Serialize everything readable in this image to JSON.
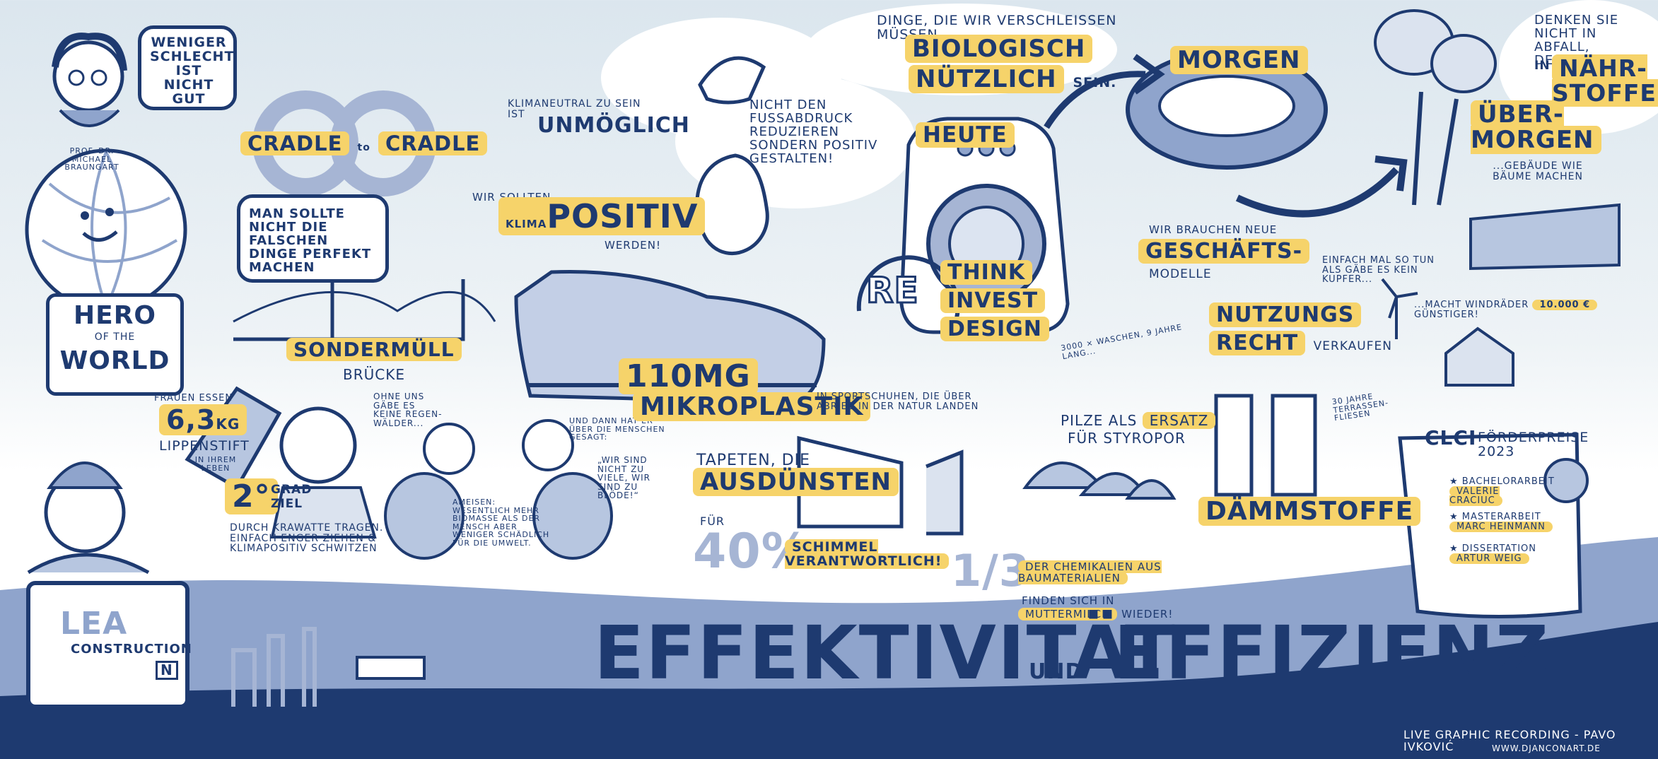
{
  "person": {
    "speech": "WENIGER SCHLECHT IST NICHT GUT",
    "name": "PROF. DR. MICHAEL BRAUNGART"
  },
  "cradle": {
    "left": "CRADLE",
    "mid": "to",
    "right": "CRADLE"
  },
  "hero": {
    "line1": "HERO",
    "line2": "OF THE",
    "line3": "WORLD"
  },
  "perfect": "MAN SOLLTE NICHT DIE FALSCHEN DINGE PERFEKT MACHEN",
  "bridge": {
    "title": "SONDERMÜLL",
    "sub": "BRÜCKE"
  },
  "lipstick": {
    "pre": "FRAUEN ESSEN",
    "amount": "6,3",
    "unit": "KG",
    "label": "LIPPENSTIFT",
    "post": "IN IHREM LEBEN"
  },
  "twodeg": {
    "num": "2°",
    "l1": "GRAD",
    "l2": "ZIEL",
    "text": "DURCH KRAWATTE TRAGEN. EINFACH ENGER ZIEHEN & KLIMAPOSITIV SCHWITZEN"
  },
  "ants": {
    "a": "OHNE UNS GÄBE ES KEINE REGEN-WÄLDER...",
    "b": "UND DANN HAT ER ÜBER DIE MENSCHEN GESAGT:",
    "c": "„WIR SIND NICHT ZU VIELE, WIR SIND ZU BLÖDE!“",
    "d": "AMEISEN: WESENTLICH MEHR BIOMASSE ALS DER MENSCH ABER WENIGER SCHÄDLICH FÜR DIE UMWELT."
  },
  "climate": {
    "neutral1": "KLIMANEUTRAL ZU SEIN IST",
    "neutral2": "UNMÖGLICH",
    "should": "WIR SOLLTEN",
    "klima": "KLIMA",
    "positiv": "POSITIV",
    "werden": "WERDEN!",
    "foot": "NICHT DEN FUßABDRUCK REDUZIEREN SONDERN POSITIV GESTALTEN!"
  },
  "plastic": {
    "amount": "110MG",
    "label": "MIKROPLASTIK",
    "desc": "IN SPORTSCHUHEN, DIE ÜBER ABRIEB IN DER NATUR LANDEN"
  },
  "tapeten": {
    "l1": "TAPETEN, DIE",
    "l2": "AUSDÜNSTEN",
    "fuer": "FÜR",
    "pct": "40%",
    "desc": "SCHIMMEL VERANTWORTLICH!"
  },
  "chem": {
    "num": "1/3",
    "desc1": "DER CHEMIKALIEN AUS BAUMATERIALIEN",
    "desc2": "FINDEN SICH IN",
    "desc3": "MUTTERMILCH",
    "desc4": "WIEDER!"
  },
  "bio": {
    "l1": "DINGE, DIE WIR VERSCHLEIßEN MÜSSEN",
    "l2": "BIOLOGISCH",
    "l3": "NÜTZLICH",
    "l4": "SEIN."
  },
  "timeline": {
    "heute": "HEUTE",
    "morgen": "MORGEN",
    "uebermorgen": "ÜBER-MORGEN",
    "gebaeude": "...GEBÄUDE WIE BÄUME MACHEN"
  },
  "rethink": {
    "re": "RE",
    "l1": "THINK",
    "l2": "INVEST",
    "l3": "DESIGN",
    "wash": "3000 × WASCHEN, 9 JAHRE LANG..."
  },
  "business": {
    "l1": "WIR BRAUCHEN NEUE",
    "l2": "GESCHÄFTS-",
    "l3": "MODELLE",
    "l4": "NUTZUNGS",
    "l5": "RECHT",
    "l6": "VERKAUFEN",
    "terrace": "30 JAHRE TERRASSEN-FLIESEN"
  },
  "denken": {
    "l1": "DENKEN SIE NICHT IN ABFALL, DENKEN SIE",
    "l2": "IN",
    "l3": "NÄHR-STOFFEN"
  },
  "wind": {
    "l1": "EINFACH MAL SO TUN ALS GÄBE ES KEIN KUPFER...",
    "l2": "...MACHT WINDRÄDER",
    "l3": "10.000 €",
    "l4": "GÜNSTIGER!"
  },
  "pilze": {
    "l1": "PILZE ALS",
    "l2": "ERSATZ",
    "l3": "FÜR STYROPOR",
    "daemm": "DÄMMSTOFFE"
  },
  "awards": {
    "title1": "CLCI",
    "title2": "FÖRDERPREISE 2023",
    "items": [
      {
        "type": "BACHELORARBEIT",
        "name": "VALERIE CRACIUC"
      },
      {
        "type": "MASTERARBEIT",
        "name": "MARC HEINMANN"
      },
      {
        "type": "DISSERTATION",
        "name": "ARTUR WEIG"
      }
    ]
  },
  "construction": {
    "l1": "LEA",
    "l2": "CONSTRUCTION",
    "logo": "N"
  },
  "banner": {
    "w1": "EFFEKTIVITÄT",
    "und": "UND",
    "w2": "EFFIZIENZ"
  },
  "credit": {
    "l1": "LIVE GRAPHIC RECORDING - PAVO IVKOVIĆ",
    "l2": "WWW.DJANCONART.DE"
  },
  "colors": {
    "navy": "#1e3a70",
    "yellow": "#f6d36a",
    "lightblue": "#8fa4cc",
    "band": "#b7c6e0"
  }
}
